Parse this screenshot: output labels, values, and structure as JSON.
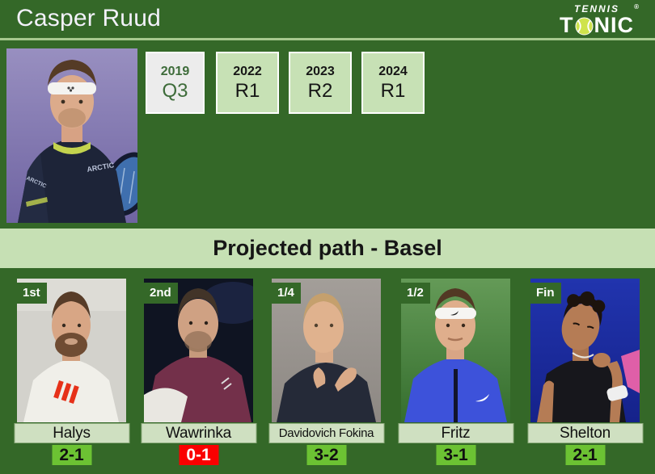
{
  "header": {
    "title": "Casper Ruud",
    "logo": {
      "top": "TENNIS",
      "registered": "®",
      "bottom_left": "T",
      "bottom_right": "NIC"
    }
  },
  "history": {
    "boxes": [
      {
        "year": "2019",
        "result": "Q3"
      },
      {
        "year": "2022",
        "result": "R1"
      },
      {
        "year": "2023",
        "result": "R2"
      },
      {
        "year": "2024",
        "result": "R1"
      }
    ]
  },
  "section": {
    "title": "Projected path - Basel"
  },
  "projected_path": {
    "opponents": [
      {
        "round": "1st",
        "name": "Halys",
        "h2h": "2-1",
        "h2h_class": "score win"
      },
      {
        "round": "2nd",
        "name": "Wawrinka",
        "h2h": "0-1",
        "h2h_class": "score loss"
      },
      {
        "round": "1/4",
        "name": "Davidovich Fokina",
        "h2h": "3-2",
        "h2h_class": "score win"
      },
      {
        "round": "1/2",
        "name": "Fritz",
        "h2h": "3-1",
        "h2h_class": "score win"
      },
      {
        "round": "Fin",
        "name": "Shelton",
        "h2h": "2-1",
        "h2h_class": "score win"
      }
    ]
  },
  "colors": {
    "page-green": "#346828",
    "band-green": "#c6e0b4",
    "box-green": "#c7e1b5",
    "box-gray": "#ececec",
    "dark-green-text": "#3e6c3a",
    "win-green": "#6cc233",
    "loss-red": "#fa0000"
  }
}
